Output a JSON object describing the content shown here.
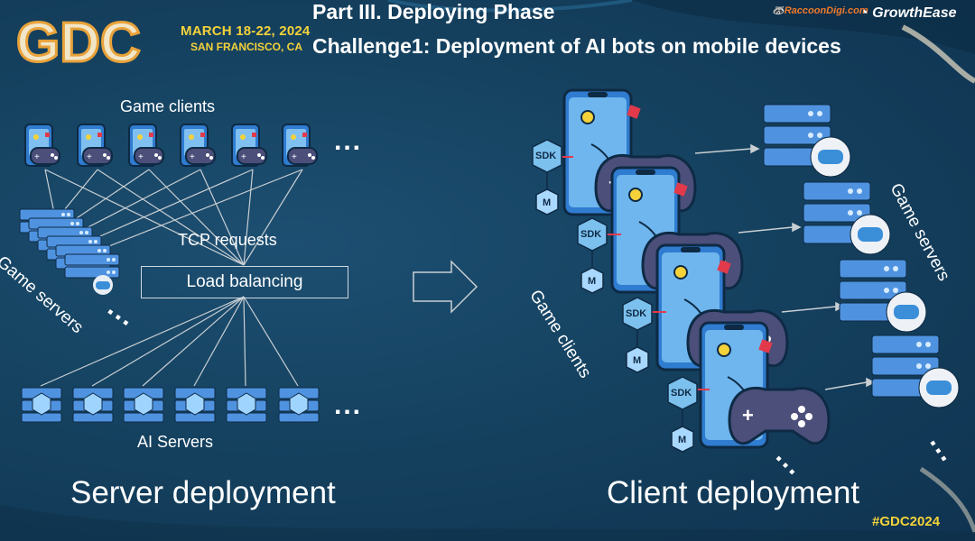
{
  "header": {
    "event_date": "MARCH 18-22, 2024",
    "event_place": "SAN FRANCISCO, CA",
    "title": "Part III. Deploying Phase",
    "subtitle": "Challenge1: Deployment of AI bots on mobile devices",
    "logo_text": "GDC",
    "sponsor_1": "RaccoonDigi.com",
    "sponsor_2": "GrowthEase"
  },
  "left": {
    "game_clients_label": "Game clients",
    "tcp_label": "TCP requests",
    "load_balancing_label": "Load balancing",
    "ai_servers_label": "AI Servers",
    "game_servers_label": "Game servers",
    "ellipsis": "...",
    "caption": "Server deployment"
  },
  "right": {
    "sdk_label": "SDK",
    "model_label": "M",
    "game_clients_label": "Game clients",
    "game_servers_label": "Game servers",
    "ellipsis": "...",
    "caption": "Client deployment"
  },
  "footer": {
    "hashtag": "#GDC2024"
  },
  "colors": {
    "background": "#154260",
    "accent_yellow": "#f4d23a",
    "device_blue": "#3b8fd9",
    "server_blue": "#4f93e0",
    "controller_purple": "#4b4f7a"
  }
}
